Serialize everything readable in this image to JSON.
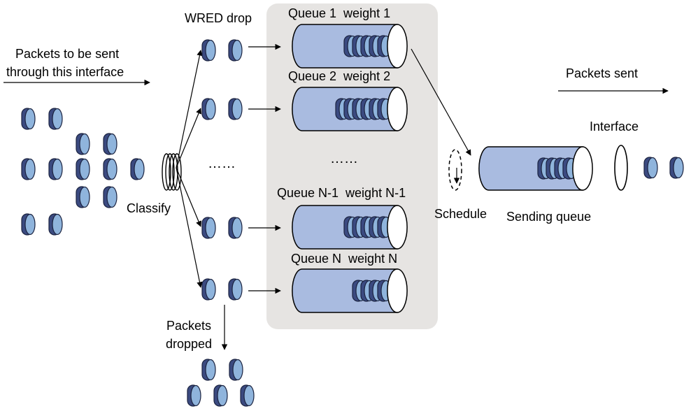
{
  "labels": {
    "packets_in_line1": "Packets to be sent",
    "packets_in_line2": "through this interface",
    "wred_drop": "WRED drop",
    "classify": "Classify",
    "packets_dropped_line1": "Packets",
    "packets_dropped_line2": "dropped",
    "schedule": "Schedule",
    "sending_queue": "Sending queue",
    "interface": "Interface",
    "packets_sent": "Packets sent",
    "ellipsis_left": "……",
    "ellipsis_center": "……"
  },
  "queues": [
    {
      "name": "Queue 1  weight 1",
      "packet_count": 5
    },
    {
      "name": "Queue 2  weight 2",
      "packet_count": 6
    },
    {
      "name": "Queue N-1  weight N-1",
      "packet_count": 5
    },
    {
      "name": "Queue N  weight N",
      "packet_count": 4
    }
  ],
  "sending_queue_packet_count": 4,
  "colors": {
    "packet_dark": "#3b4a80",
    "packet_light": "#8fb4dc",
    "packet_outline": "#1b2340",
    "queue_fill": "#a9bbe0",
    "queue_outline": "#000000",
    "panel_fill": "#e6e4e2"
  }
}
